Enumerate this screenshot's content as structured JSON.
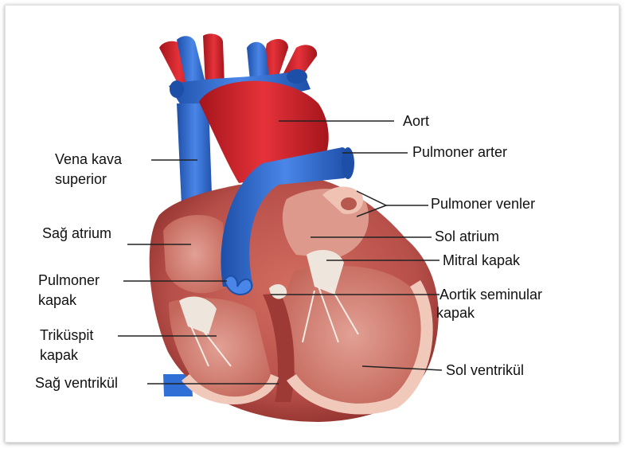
{
  "diagram": {
    "labels": {
      "aort": "Aort",
      "pulmoner_arter": "Pulmoner arter",
      "pulmoner_venler": "Pulmoner venler",
      "sol_atrium": "Sol atrium",
      "mitral_kapak": "Mitral kapak",
      "aortik_line1": "Aortik seminular",
      "aortik_line2": "kapak",
      "sol_ventrikul": "Sol ventrikül",
      "vena_kava_line1": "Vena kava",
      "vena_kava_line2": "superior",
      "sag_atrium": "Sağ atrium",
      "pulmoner_kapak_line1": "Pulmoner",
      "pulmoner_kapak_line2": "kapak",
      "trikuspit_line1": "Triküspit",
      "trikuspit_line2": "kapak",
      "sag_ventrikul": "Sağ ventrikül"
    },
    "colors": {
      "muscle": "#b8504a",
      "muscle_dark": "#8e2f2c",
      "chamber_inner": "#d98a7c",
      "chamber_wall": "#efc3b3",
      "artery_red": "#d8232a",
      "vein_blue": "#2f6fd6",
      "vein_dark": "#1d4fa8",
      "valve": "#eee6dc",
      "leader_line": "#222222"
    }
  }
}
